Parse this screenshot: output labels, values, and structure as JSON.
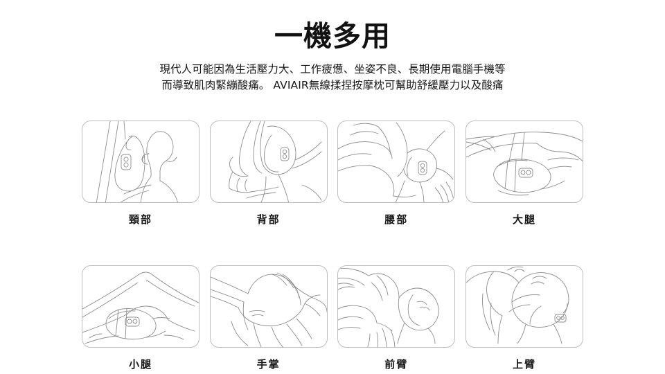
{
  "header": {
    "title": "一機多用",
    "subtitle_line1": "現代人可能因為生活壓力大、工作疲憊、坐姿不良、長期使用電腦手機等",
    "subtitle_line2": "而導致肌肉緊繃酸痛。 AVIAIR無線揉捏按摩枕可幫助舒緩壓力以及酸痛"
  },
  "colors": {
    "background": "#ffffff",
    "text": "#151515",
    "card_border": "#bdbdbd",
    "line_art": "#8c8c8c"
  },
  "grid": {
    "rows": [
      {
        "cards": [
          {
            "label": "頸部",
            "art": "neck-massage-illustration"
          },
          {
            "label": "背部",
            "art": "back-massage-illustration"
          },
          {
            "label": "腰部",
            "art": "waist-massage-illustration"
          },
          {
            "label": "大腿",
            "art": "thigh-massage-illustration"
          }
        ]
      },
      {
        "cards": [
          {
            "label": "小腿",
            "art": "calf-massage-illustration"
          },
          {
            "label": "手掌",
            "art": "palm-massage-illustration"
          },
          {
            "label": "前臂",
            "art": "forearm-massage-illustration"
          },
          {
            "label": "上臂",
            "art": "upper-arm-massage-illustration"
          }
        ]
      }
    ]
  }
}
